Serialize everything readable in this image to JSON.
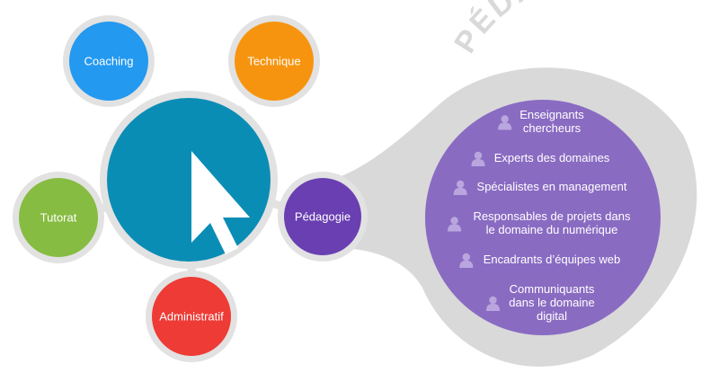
{
  "diagram": {
    "center": {
      "icon": "cursor-arrow-icon",
      "color": "#0a8db5"
    },
    "nodes": [
      {
        "key": "coaching",
        "label": "Coaching",
        "color": "#2399f0"
      },
      {
        "key": "technique",
        "label": "Technique",
        "color": "#f7940f"
      },
      {
        "key": "tutorat",
        "label": "Tutorat",
        "color": "#86bc42"
      },
      {
        "key": "administratif",
        "label": "Administratif",
        "color": "#ee3b35"
      },
      {
        "key": "pedagogie",
        "label": "Pédagogie",
        "color": "#6a3fb2"
      }
    ],
    "ring_color": "#e2e2e2",
    "panel": {
      "title": "PÉDAGOGIE",
      "color": "#8a6bc2",
      "bubble_color": "#d9d9d9",
      "person_icon": "person-icon",
      "items": [
        {
          "lines": [
            "Enseignants",
            "chercheurs"
          ]
        },
        {
          "lines": [
            "Experts des domaines"
          ]
        },
        {
          "lines": [
            "Spécialistes en management"
          ]
        },
        {
          "lines": [
            "Responsables de projets dans",
            "le domaine du numérique"
          ]
        },
        {
          "lines": [
            "Encadrants d’équipes web"
          ]
        },
        {
          "lines": [
            "Communiquants",
            "dans le domaine",
            "digital"
          ]
        }
      ]
    }
  }
}
